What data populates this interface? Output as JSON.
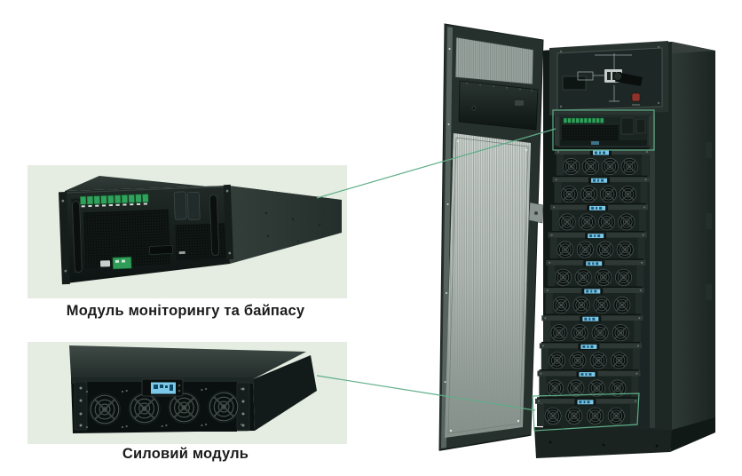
{
  "diagram": {
    "background_color": "#ffffff",
    "callout_panel_color": "#e5ede2",
    "connector_color": "#5fae88",
    "callouts": [
      {
        "id": "monitoring-bypass-module",
        "caption": "Модуль моніторингу та байпасу"
      },
      {
        "id": "power-module",
        "caption": "Силовий модуль"
      }
    ],
    "rack": {
      "power_module_count": 10,
      "fans_per_power_module": 4,
      "terminal_block_count": 10,
      "display_label_color": "#7cc8e8",
      "terminal_strip_color": "#31a15b"
    }
  }
}
